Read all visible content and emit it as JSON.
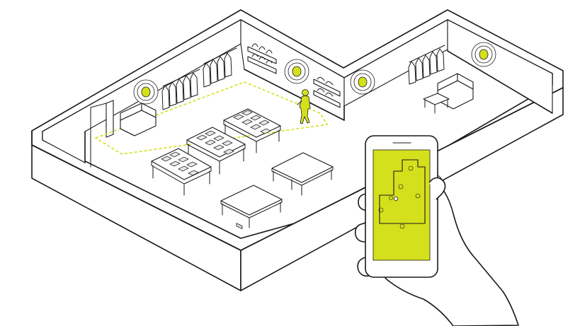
{
  "colors": {
    "accent": "#d4e01c",
    "line": "#1a1a1a",
    "background": "#ffffff"
  },
  "icons": {
    "beacon": "beacon-icon",
    "shopper": "shopper-figure",
    "phone": "smartphone",
    "hand": "hand"
  }
}
